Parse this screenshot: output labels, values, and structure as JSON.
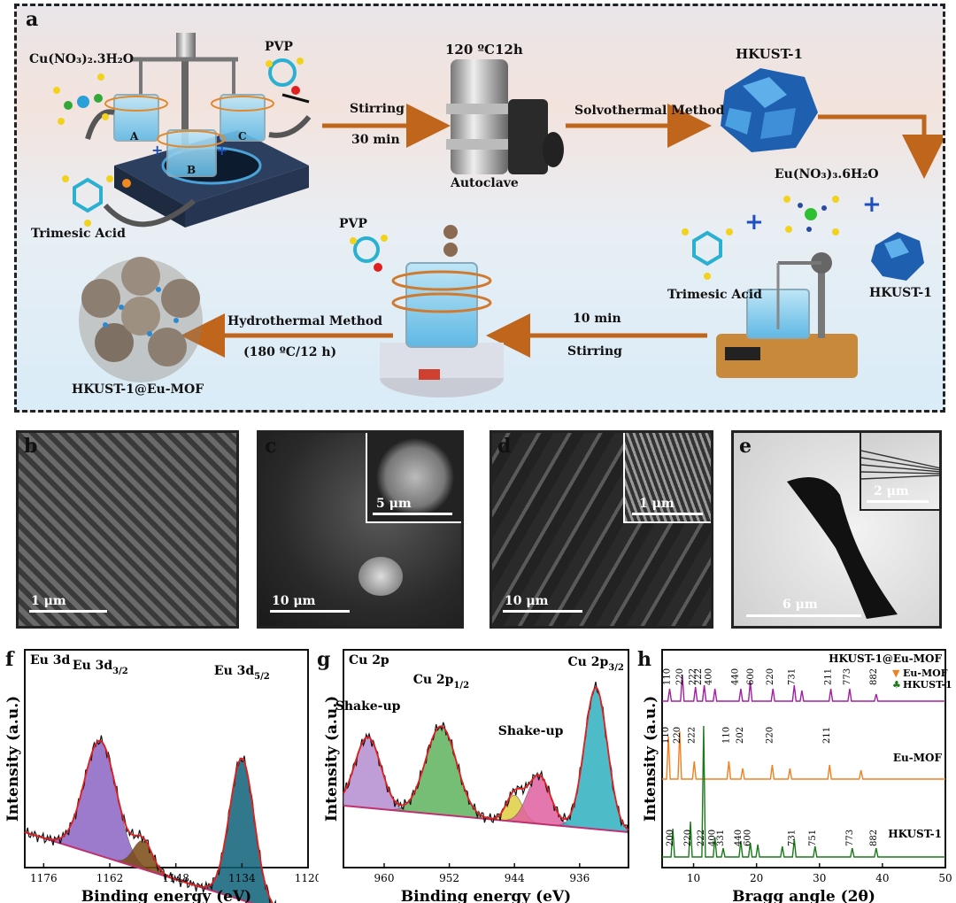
{
  "a": {
    "label": "a",
    "cu_salt": "Cu(NO₃)₂.3H₂O",
    "pvp1": "PVP",
    "trimesic1": "Trimesic Acid",
    "beaker_a": "A",
    "beaker_b": "B",
    "beaker_c": "C",
    "temp": "120 ºC12h",
    "stirring1": "Stirring",
    "time1": "30 min",
    "autoclave": "Autoclave",
    "solvothermal": "Solvothermal Method",
    "hkust_top": "HKUST-1",
    "eu_salt": "Eu(NO₃)₃.6H₂O",
    "trimesic2": "Trimesic Acid",
    "hkust_small": "HKUST-1",
    "time2": "10 min",
    "stirring2": "Stirring",
    "pvp2": "PVP",
    "hydrothermal": "Hydrothermal Method",
    "hydro_cond": "(180 ºC/12 h)",
    "product": "HKUST-1@Eu-MOF"
  },
  "micro": {
    "b": {
      "label": "b",
      "scale": "1 μm"
    },
    "c": {
      "label": "c",
      "scale": "10 μm",
      "inset_scale": "5 μm"
    },
    "d": {
      "label": "d",
      "scale": "10 μm",
      "inset_scale": "1 μm"
    },
    "e": {
      "label": "e",
      "scale": "6 μm",
      "inset_scale": "2 μm"
    }
  },
  "chart_data": [
    {
      "panel": "f",
      "type": "line",
      "title": "Eu 3d",
      "xlabel": "Binding energy (eV)",
      "ylabel": "Intensity (a.u.)",
      "xlim": [
        1180,
        1120
      ],
      "xticks": [
        "1176",
        "1162",
        "1148",
        "1134",
        "1120"
      ],
      "peaks": [
        {
          "name": "Eu 3d3/2",
          "main": "Eu 3d",
          "sub": "3/2",
          "center": 1164,
          "color": "#8b63c4"
        },
        {
          "name": "",
          "center": 1155,
          "color": "#7a4a12"
        },
        {
          "name": "Eu 3d5/2",
          "main": "Eu 3d",
          "sub": "5/2",
          "center": 1134,
          "color": "#0f6178"
        }
      ]
    },
    {
      "panel": "g",
      "type": "line",
      "title": "Cu 2p",
      "xlabel": "Binding energy (eV)",
      "ylabel": "Intensity (a.u.)",
      "xlim": [
        965,
        930
      ],
      "xticks": [
        "960",
        "952",
        "944",
        "936"
      ],
      "peaks": [
        {
          "name": "Shake-up",
          "center": 962,
          "color": "#b48cd0"
        },
        {
          "name": "Cu 2p1/2",
          "main": "Cu 2p",
          "sub": "1/2",
          "center": 953,
          "color": "#5fb35f"
        },
        {
          "name": "",
          "center": 944,
          "color": "#e0d040"
        },
        {
          "name": "Shake-up",
          "center": 941,
          "color": "#e060a0"
        },
        {
          "name": "Cu 2p3/2",
          "main": "Cu 2p",
          "sub": "3/2",
          "center": 934,
          "color": "#30b0c0"
        }
      ]
    },
    {
      "panel": "h",
      "type": "line",
      "title": "",
      "xlabel": "Bragg angle (2θ)",
      "ylabel": "Intensity (a.u.)",
      "xlim": [
        5,
        50
      ],
      "xticks": [
        "10",
        "20",
        "30",
        "40",
        "50"
      ],
      "series": [
        {
          "name": "HKUST-1@Eu-MOF",
          "color": "#a020a0",
          "peaks": [
            6.2,
            8.2,
            10.3,
            11.7,
            13.4,
            17.5,
            19.0,
            22.6,
            26.0,
            27.2,
            31.8,
            34.8,
            39.0
          ]
        },
        {
          "name": "Eu-MOF",
          "color": "#f08020",
          "peaks": [
            6.0,
            7.8,
            10.1,
            15.6,
            17.8,
            22.5,
            25.3,
            31.6,
            36.6
          ]
        },
        {
          "name": "HKUST-1",
          "color": "#1a7a1a",
          "peaks": [
            6.7,
            9.5,
            11.6,
            13.4,
            14.7,
            17.5,
            19.0,
            20.2,
            24.1,
            26.0,
            29.3,
            35.2,
            39.0
          ]
        }
      ],
      "legend": [
        "Eu-MOF",
        "HKUST-1"
      ],
      "peak_labels_top": [
        "110",
        "220",
        "222",
        "222",
        "400",
        "440",
        "600",
        "220",
        "731",
        "211",
        "773",
        "882"
      ],
      "peak_labels_mid": [
        "110",
        "220",
        "222",
        "110",
        "202",
        "220",
        "211"
      ],
      "peak_labels_bot": [
        "200",
        "220",
        "222",
        "400",
        "331",
        "440",
        "600",
        "731",
        "751",
        "773",
        "882"
      ]
    }
  ]
}
